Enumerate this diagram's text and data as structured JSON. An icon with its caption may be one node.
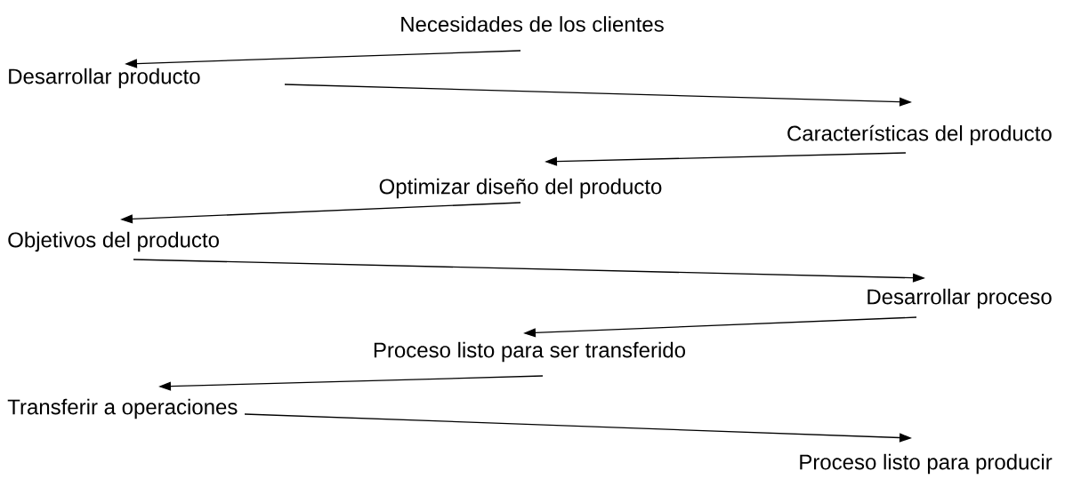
{
  "diagram": {
    "nodes": [
      {
        "text": [
          "Necesidades de los clientes"
        ]
      },
      {
        "text": [
          "Desarrollar producto"
        ]
      },
      {
        "text": [
          "Características del producto"
        ]
      },
      {
        "text": [
          "Optimizar diseño del producto"
        ]
      },
      {
        "text": [
          "Objetivos del producto"
        ]
      },
      {
        "text": [
          "Desarrollar proceso"
        ]
      },
      {
        "text": [
          "Proceso listo para ser transferido"
        ]
      },
      {
        "text": [
          "Transferir a operaciones"
        ]
      },
      {
        "text": [
          "Proceso listo para producir"
        ]
      }
    ],
    "edges": [
      {
        "from": 0,
        "to": 1,
        "arrow": "to"
      },
      {
        "from": 1,
        "to": 2,
        "arrow": "to"
      },
      {
        "from": 2,
        "to": 3,
        "arrow": "to"
      },
      {
        "from": 3,
        "to": 4,
        "arrow": "to"
      },
      {
        "from": 4,
        "to": 5,
        "arrow": "to"
      },
      {
        "from": 5,
        "to": 6,
        "arrow": "to"
      },
      {
        "from": 6,
        "to": 7,
        "arrow": "to"
      },
      {
        "from": 7,
        "to": 8,
        "arrow": "to"
      }
    ]
  }
}
